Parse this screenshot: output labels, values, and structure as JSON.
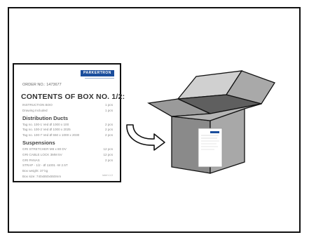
{
  "label": {
    "logo_text": "PARKERTRON",
    "order_no": "ORDER NO.: 1473677",
    "contents_title": "CONTENTS OF BOX NO. 1/2:",
    "rows": [
      {
        "kind": "item",
        "name": "INSTRUCTION BOO",
        "qty": "1 pcs"
      },
      {
        "kind": "item",
        "name": "Drawing Included",
        "qty": "1 pcs"
      },
      {
        "kind": "section",
        "name": "Distribution Ducts"
      },
      {
        "kind": "item",
        "name": "Tag no. 100-1 Ved Ø 1000 x 100",
        "qty": "2 pcs"
      },
      {
        "kind": "item",
        "name": "Tag no. 100-2 Ved Ø 1000 x 2025",
        "qty": "2 pcs"
      },
      {
        "kind": "item",
        "name": "Tag no. 100-7 Ved Ø 550 x 1000 x 2030",
        "qty": "2 pcs"
      },
      {
        "kind": "section",
        "name": "Suspensions"
      },
      {
        "kind": "item",
        "name": "GRI STRETCHER M8 x 80 DV",
        "qty": "12 pcs"
      },
      {
        "kind": "item",
        "name": "GRI CABLE LOCK 3MM 5V",
        "qty": "12 pcs"
      },
      {
        "kind": "item",
        "name": "GRI PANAS",
        "qty": "2 pcs"
      },
      {
        "kind": "item",
        "name": "STRAP - 1/2 - Ø 11001 -W 2.5T",
        "qty": ""
      },
      {
        "kind": "item",
        "name": "Box weight: 37 kg",
        "qty": ""
      },
      {
        "kind": "item",
        "name": "Box size: 740x550x550mm",
        "qty": ""
      }
    ],
    "footer_tag": "label v1.0"
  },
  "colors": {
    "logo_blue": "#1a4d9c",
    "box_front": "#8a8a8a",
    "box_side": "#a8a8a8",
    "box_inside": "#bcbcbc",
    "outline": "#111111"
  },
  "icons": {
    "arrow": "curved-arrow-icon"
  }
}
